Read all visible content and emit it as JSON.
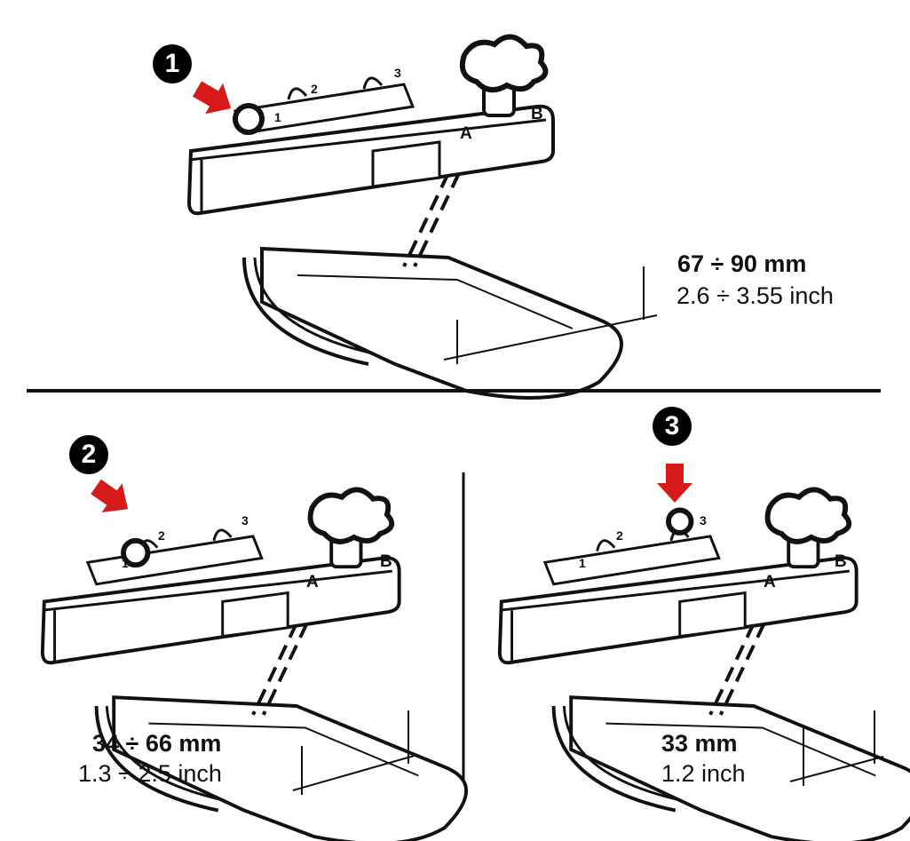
{
  "steps": [
    {
      "number": "1",
      "range_mm": "67 ÷ 90 mm",
      "range_inch": "2.6 ÷ 3.55 inch",
      "slot_labels": [
        "1",
        "2",
        "3"
      ],
      "letters": [
        "A",
        "B"
      ]
    },
    {
      "number": "2",
      "range_mm": "34 ÷ 66 mm",
      "range_inch": "1.3 ÷ 2.5 inch",
      "slot_labels": [
        "1",
        "2",
        "3"
      ],
      "letters": [
        "A",
        "B"
      ]
    },
    {
      "number": "3",
      "range_mm": "33 mm",
      "range_inch": "1.2 inch",
      "slot_labels": [
        "1",
        "2",
        "3"
      ],
      "letters": [
        "A",
        "B"
      ]
    }
  ],
  "colors": {
    "arrow": "#d61a1a",
    "ink": "#111111",
    "background": "#ffffff"
  }
}
